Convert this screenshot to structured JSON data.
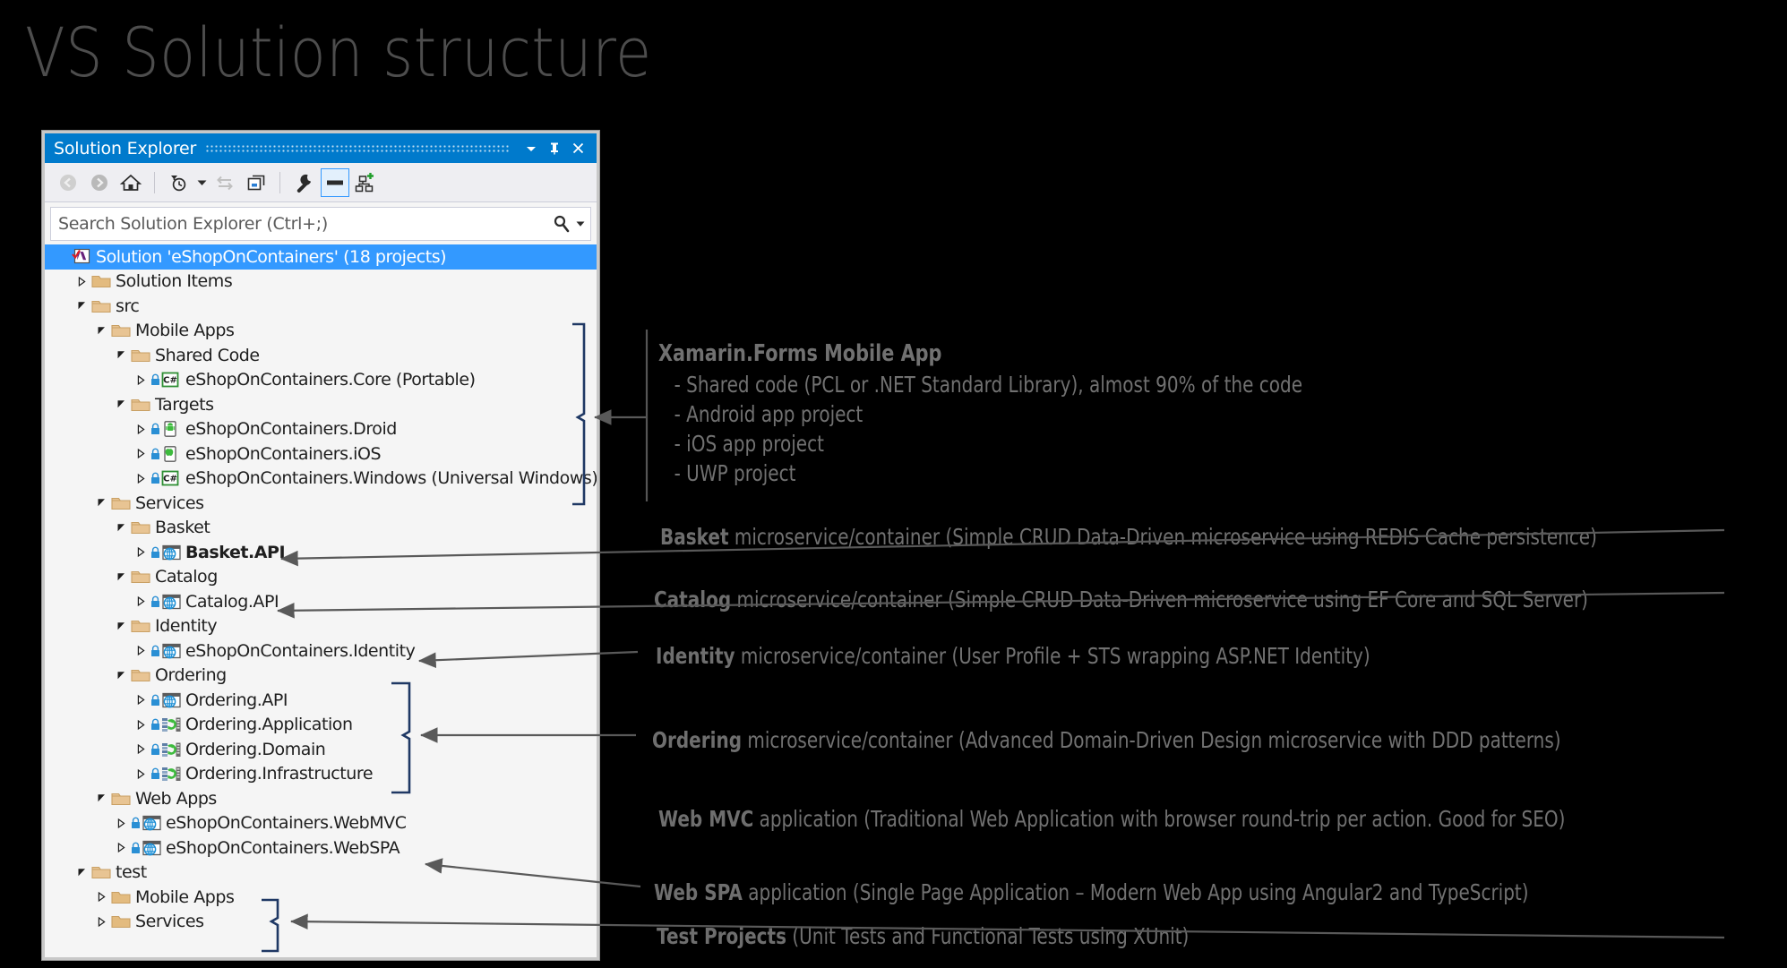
{
  "slide": {
    "title": "VS Solution structure"
  },
  "colors": {
    "accent_blue": "#007acc",
    "selection_blue": "#3399ff",
    "bracket_navy": "#1f3864",
    "arrow_gray": "#595959",
    "annotation_gray": "#717171",
    "folder_tan": "#e3bb7f",
    "background": "#000000"
  },
  "solution_explorer": {
    "title": "Solution Explorer",
    "titlebar_buttons": [
      {
        "name": "window-menu-dropdown",
        "icon": "chevron-down-icon"
      },
      {
        "name": "auto-hide-pin",
        "icon": "pin-icon"
      },
      {
        "name": "close-window",
        "icon": "close-icon"
      }
    ],
    "toolbar": [
      {
        "name": "back",
        "icon": "back-arrow-icon",
        "disabled": true
      },
      {
        "name": "forward",
        "icon": "forward-arrow-icon",
        "disabled": true
      },
      {
        "name": "home",
        "icon": "home-icon",
        "disabled": false
      },
      {
        "name": "pending-changes-filter",
        "icon": "clock-filter-icon",
        "disabled": false
      },
      {
        "name": "sync-with-active-document",
        "icon": "sync-icon",
        "disabled": true
      },
      {
        "name": "collapse-all",
        "icon": "collapse-all-icon",
        "disabled": false
      },
      {
        "name": "properties",
        "icon": "wrench-icon",
        "disabled": false
      },
      {
        "name": "preview-selected-items",
        "icon": "preview-icon",
        "disabled": false,
        "selected": true
      },
      {
        "name": "show-all-files",
        "icon": "show-all-files-icon",
        "disabled": false
      }
    ],
    "search": {
      "placeholder": "Search Solution Explorer (Ctrl+;)",
      "icon": "search-icon",
      "dropdown_icon": "chevron-down-icon"
    },
    "tree": [
      {
        "label": "Solution 'eShopOnContainers' (18 projects)",
        "depth": 0,
        "icon": "solution-icon",
        "state": "expanded",
        "selected": true
      },
      {
        "label": "Solution Items",
        "depth": 1,
        "icon": "folder-closed-icon",
        "state": "collapsed"
      },
      {
        "label": "src",
        "depth": 1,
        "icon": "folder-open-icon",
        "state": "expanded"
      },
      {
        "label": "Mobile Apps",
        "depth": 2,
        "icon": "folder-open-icon",
        "state": "expanded"
      },
      {
        "label": "Shared Code",
        "depth": 3,
        "icon": "folder-open-icon",
        "state": "expanded"
      },
      {
        "label": "eShopOnContainers.Core (Portable)",
        "depth": 4,
        "icon": "csharp-project-icon",
        "state": "collapsed",
        "locked": true
      },
      {
        "label": "Targets",
        "depth": 3,
        "icon": "folder-open-icon",
        "state": "expanded"
      },
      {
        "label": "eShopOnContainers.Droid",
        "depth": 4,
        "icon": "android-project-icon",
        "state": "collapsed",
        "locked": true
      },
      {
        "label": "eShopOnContainers.iOS",
        "depth": 4,
        "icon": "ios-project-icon",
        "state": "collapsed",
        "locked": true
      },
      {
        "label": "eShopOnContainers.Windows (Universal Windows)",
        "depth": 4,
        "icon": "csharp-project-icon",
        "state": "collapsed",
        "locked": true
      },
      {
        "label": "Services",
        "depth": 2,
        "icon": "folder-open-icon",
        "state": "expanded"
      },
      {
        "label": "Basket",
        "depth": 3,
        "icon": "folder-open-icon",
        "state": "expanded"
      },
      {
        "label": "Basket.API",
        "depth": 4,
        "icon": "web-project-icon",
        "state": "collapsed",
        "locked": true,
        "bold": true
      },
      {
        "label": "Catalog",
        "depth": 3,
        "icon": "folder-open-icon",
        "state": "expanded"
      },
      {
        "label": "Catalog.API",
        "depth": 4,
        "icon": "web-project-icon",
        "state": "collapsed",
        "locked": true
      },
      {
        "label": "Identity",
        "depth": 3,
        "icon": "folder-open-icon",
        "state": "expanded"
      },
      {
        "label": "eShopOnContainers.Identity",
        "depth": 4,
        "icon": "web-project-icon",
        "state": "collapsed",
        "locked": true
      },
      {
        "label": "Ordering",
        "depth": 3,
        "icon": "folder-open-icon",
        "state": "expanded"
      },
      {
        "label": "Ordering.API",
        "depth": 4,
        "icon": "web-project-icon",
        "state": "collapsed",
        "locked": true
      },
      {
        "label": "Ordering.Application",
        "depth": 4,
        "icon": "library-project-icon",
        "state": "collapsed",
        "locked": true
      },
      {
        "label": "Ordering.Domain",
        "depth": 4,
        "icon": "library-project-icon",
        "state": "collapsed",
        "locked": true
      },
      {
        "label": "Ordering.Infrastructure",
        "depth": 4,
        "icon": "library-project-icon",
        "state": "collapsed",
        "locked": true
      },
      {
        "label": "Web Apps",
        "depth": 2,
        "icon": "folder-open-icon",
        "state": "expanded"
      },
      {
        "label": "eShopOnContainers.WebMVC",
        "depth": 3,
        "icon": "web-project-icon",
        "state": "collapsed",
        "locked": true
      },
      {
        "label": "eShopOnContainers.WebSPA",
        "depth": 3,
        "icon": "web-project-icon",
        "state": "collapsed",
        "locked": true
      },
      {
        "label": "test",
        "depth": 1,
        "icon": "folder-open-icon",
        "state": "expanded"
      },
      {
        "label": "Mobile Apps",
        "depth": 2,
        "icon": "folder-closed-icon",
        "state": "collapsed"
      },
      {
        "label": "Services",
        "depth": 2,
        "icon": "folder-closed-icon",
        "state": "collapsed"
      }
    ]
  },
  "annotations": {
    "mobile": {
      "heading": "Xamarin.Forms Mobile App",
      "bullets": [
        "- Shared code (PCL or .NET Standard Library), almost 90% of the code",
        "- Android app project",
        "- iOS app project",
        "- UWP project"
      ]
    },
    "basket": {
      "bold": "Basket",
      "rest": " microservice/container (Simple CRUD Data-Driven microservice using REDIS Cache persistence)"
    },
    "catalog": {
      "bold": "Catalog",
      "rest": " microservice/container (Simple CRUD Data-Driven microservice using EF Core and SQL Server)"
    },
    "identity": {
      "bold": "Identity",
      "rest": " microservice/container (User Profile + STS wrapping ASP.NET Identity)"
    },
    "ordering": {
      "bold": "Ordering",
      "rest": " microservice/container (Advanced Domain-Driven Design microservice with DDD patterns)"
    },
    "webmvc": {
      "bold": "Web MVC",
      "rest": " application (Traditional Web Application with browser round-trip per action. Good for SEO)"
    },
    "webspa": {
      "bold": "Web SPA",
      "rest": " application (Single Page Application – Modern Web App using Angular2 and TypeScript)"
    },
    "tests": {
      "bold": "Test Projects",
      "rest": " (Unit Tests and Functional Tests using XUnit)"
    }
  }
}
